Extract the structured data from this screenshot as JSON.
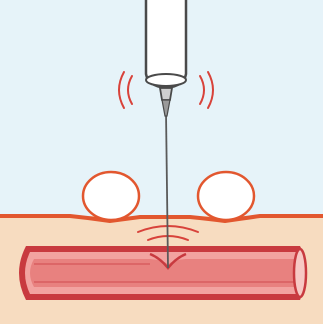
{
  "title": "",
  "colors": {
    "background_sky": "#e6f3f9",
    "tissue": "#f7dcc0",
    "skin_line": "#e2572f",
    "vessel_outer": "#c83a3f",
    "vessel_inner": "#f2a3a0",
    "vessel_lumen": "#e8817f",
    "needle": "#5a5a5a",
    "syringe_body": "#ffffff",
    "vibration": "#d8423a"
  },
  "elements": {
    "syringe": "syringe-barrel",
    "needle": "fine-needle",
    "vibration_marks": "vibration-arcs",
    "cuff_left": "left-roller",
    "cuff_right": "right-roller",
    "vessel": "blood-vessel",
    "puncture": "vessel-dimple"
  }
}
